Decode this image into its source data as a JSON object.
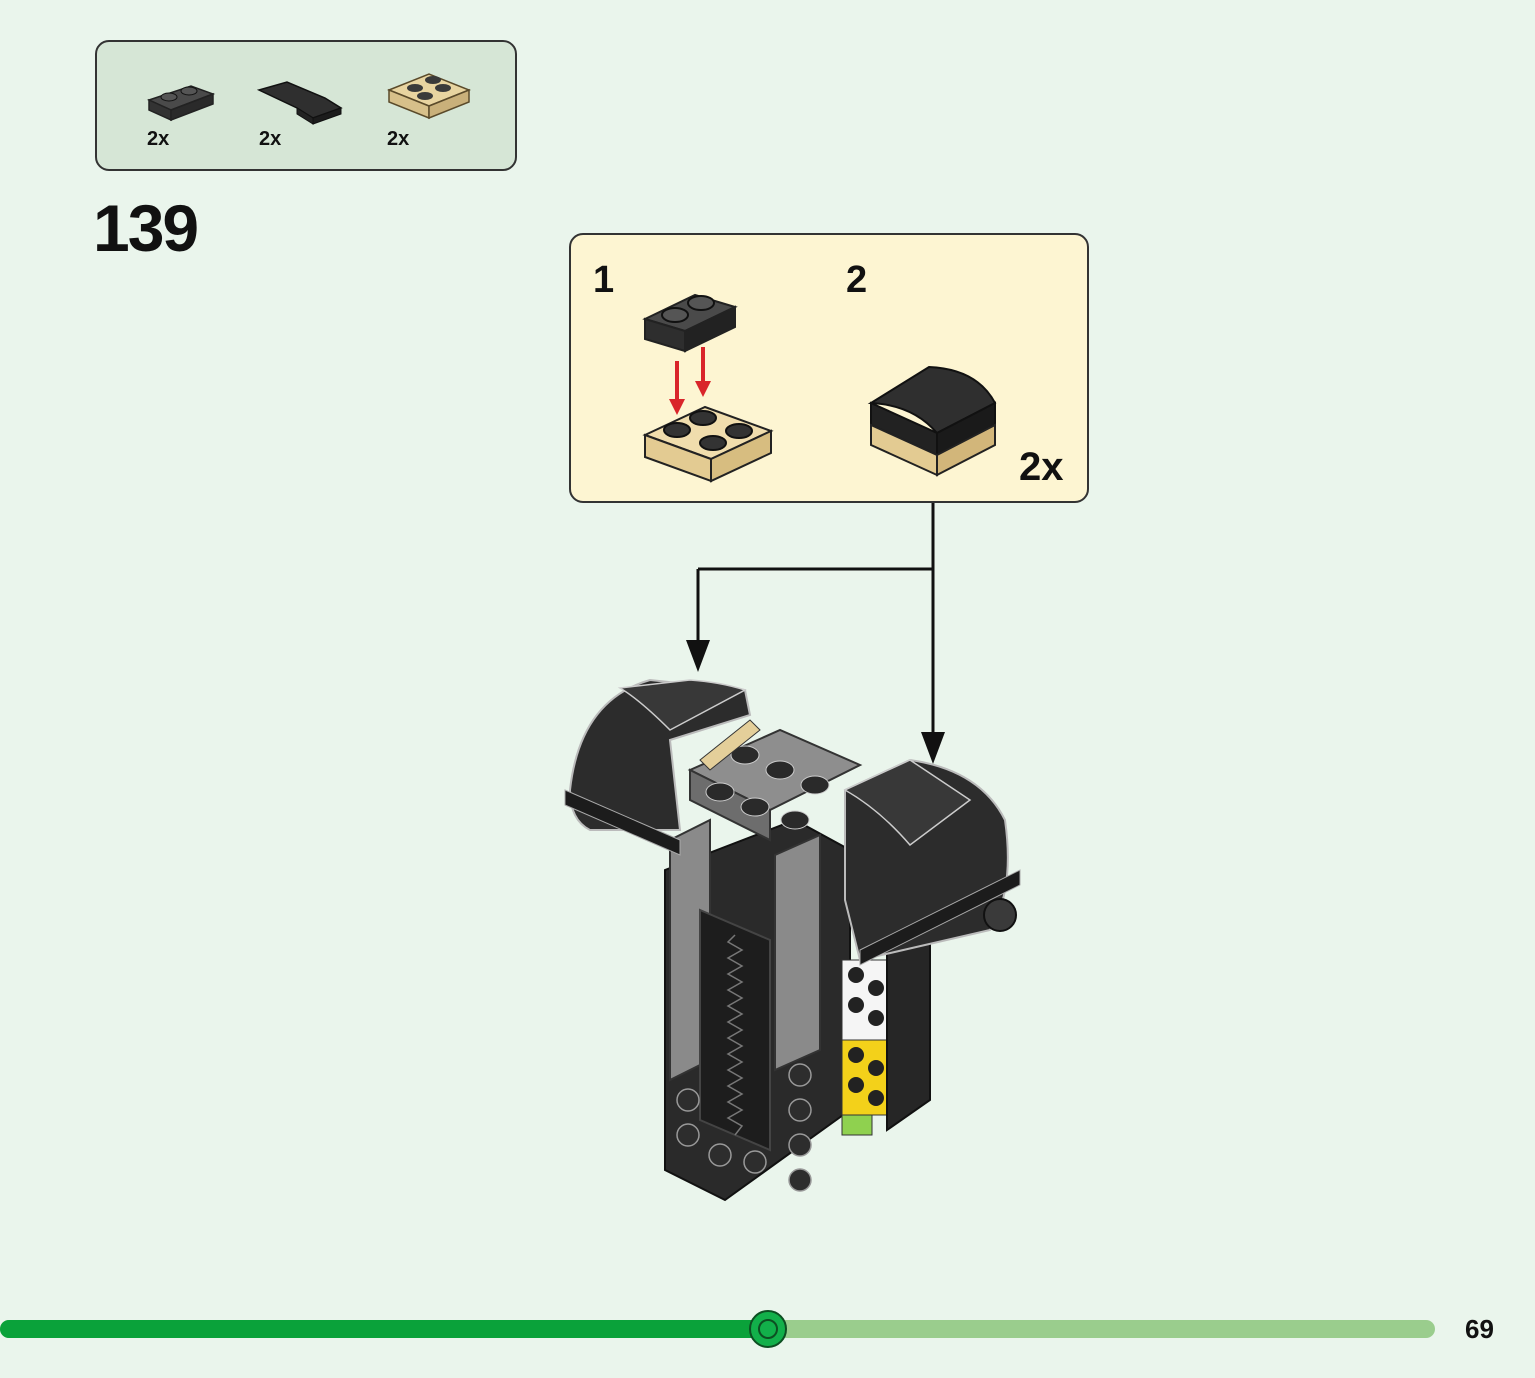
{
  "step": {
    "number": "139"
  },
  "parts_list": [
    {
      "name": "dark-gray-plate-1x2",
      "qty": "2x"
    },
    {
      "name": "black-curved-slope-2x2",
      "qty": "2x"
    },
    {
      "name": "tan-plate-2x2",
      "qty": "2x"
    }
  ],
  "sub_assembly": {
    "steps": [
      {
        "number": "1"
      },
      {
        "number": "2"
      }
    ],
    "qty": "2x"
  },
  "page": {
    "number": "69",
    "progress": 0.535
  },
  "colors": {
    "background": "#eaf5ec",
    "parts_box": "#d6e6d6",
    "sub_box": "#fdf5d2",
    "progress_fill": "#0aa23a",
    "progress_track": "#9acd8d",
    "arrow_red": "#d9252a",
    "brick_black": "#2b2b2b",
    "brick_tan": "#e4cf9a"
  }
}
